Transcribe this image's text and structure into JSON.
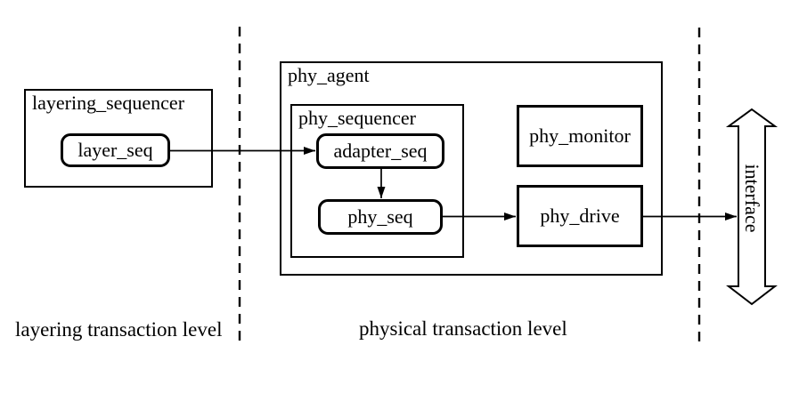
{
  "diagram": {
    "layering_sequencer": {
      "label": "layering_sequencer",
      "layer_seq": "layer_seq"
    },
    "phy_agent": {
      "label": "phy_agent",
      "phy_sequencer": {
        "label": "phy_sequencer",
        "adapter_seq": "adapter_seq",
        "phy_seq": "phy_seq"
      },
      "phy_monitor": "phy_monitor",
      "phy_drive": "phy_drive"
    },
    "interface_label": "interface",
    "zone_labels": {
      "left": "layering transaction level",
      "right": "physical transaction level"
    },
    "connections": [
      "layer_seq -> adapter_seq",
      "adapter_seq -> phy_seq",
      "phy_seq -> phy_drive",
      "phy_drive -> interface"
    ],
    "colors": {
      "line": "#000000",
      "background": "#ffffff"
    }
  }
}
